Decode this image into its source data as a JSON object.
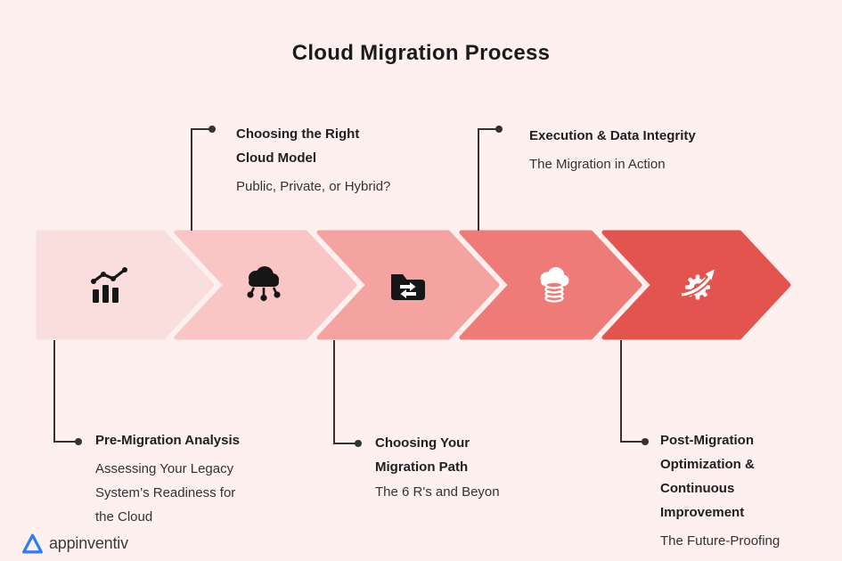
{
  "title": "Cloud Migration Process",
  "brand": {
    "name": "appinventiv"
  },
  "colors": {
    "background": "#fdf0ee",
    "chevrons": [
      "#fadddd",
      "#f9c6c5",
      "#f5a3a1",
      "#ee7b78",
      "#e4544f"
    ],
    "icon_dark": "#161616",
    "icon_light": "#ffffff",
    "connector": "#333333",
    "logo_blue": "#2b7cf7"
  },
  "steps": [
    {
      "name": "Pre-Migration Analysis",
      "icon": "bar-chart-trend-icon",
      "color": "#fadddd",
      "callout_position": "bottom",
      "title_lines": [
        "Pre-Migration Analysis"
      ],
      "subtitle_lines": [
        "Assessing Your Legacy",
        "System’s Readiness for",
        "the Cloud"
      ]
    },
    {
      "name": "Choosing the Right Cloud Model",
      "icon": "cloud-network-icon",
      "color": "#f9c6c5",
      "callout_position": "top",
      "title_lines": [
        "Choosing the Right",
        "Cloud Model"
      ],
      "subtitle_lines": [
        "Public, Private, or Hybrid?"
      ]
    },
    {
      "name": "Choosing Your Migration Path",
      "icon": "folder-transfer-icon",
      "color": "#f5a3a1",
      "callout_position": "bottom",
      "title_lines": [
        "Choosing Your",
        "Migration Path"
      ],
      "subtitle_lines": [
        "The 6 R's and Beyon"
      ]
    },
    {
      "name": "Execution & Data Integrity",
      "icon": "cloud-database-icon",
      "color": "#ee7b78",
      "callout_position": "top",
      "title_lines": [
        "Execution & Data Integrity"
      ],
      "subtitle_lines": [
        "The Migration in Action"
      ]
    },
    {
      "name": "Post-Migration Optimization & Continuous Improvement",
      "icon": "gear-growth-icon",
      "color": "#e4544f",
      "callout_position": "bottom",
      "title_lines": [
        "Post-Migration",
        "Optimization &",
        "Continuous",
        "Improvement"
      ],
      "subtitle_lines": [
        "The Future-Proofing"
      ]
    }
  ]
}
